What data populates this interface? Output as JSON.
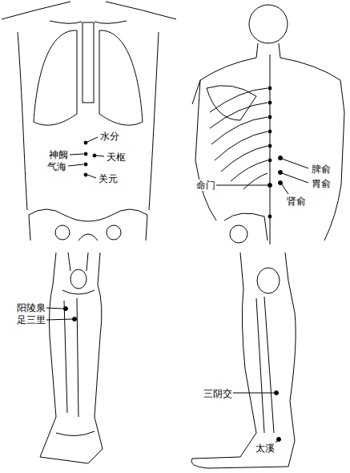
{
  "diagram": {
    "labels": [
      "水分",
      "神阙",
      "天枢",
      "气海",
      "关元",
      "脾俞",
      "胃俞",
      "肾俞",
      "命门",
      "阳陵泉",
      "足三里",
      "三阴交",
      "太溪"
    ]
  }
}
